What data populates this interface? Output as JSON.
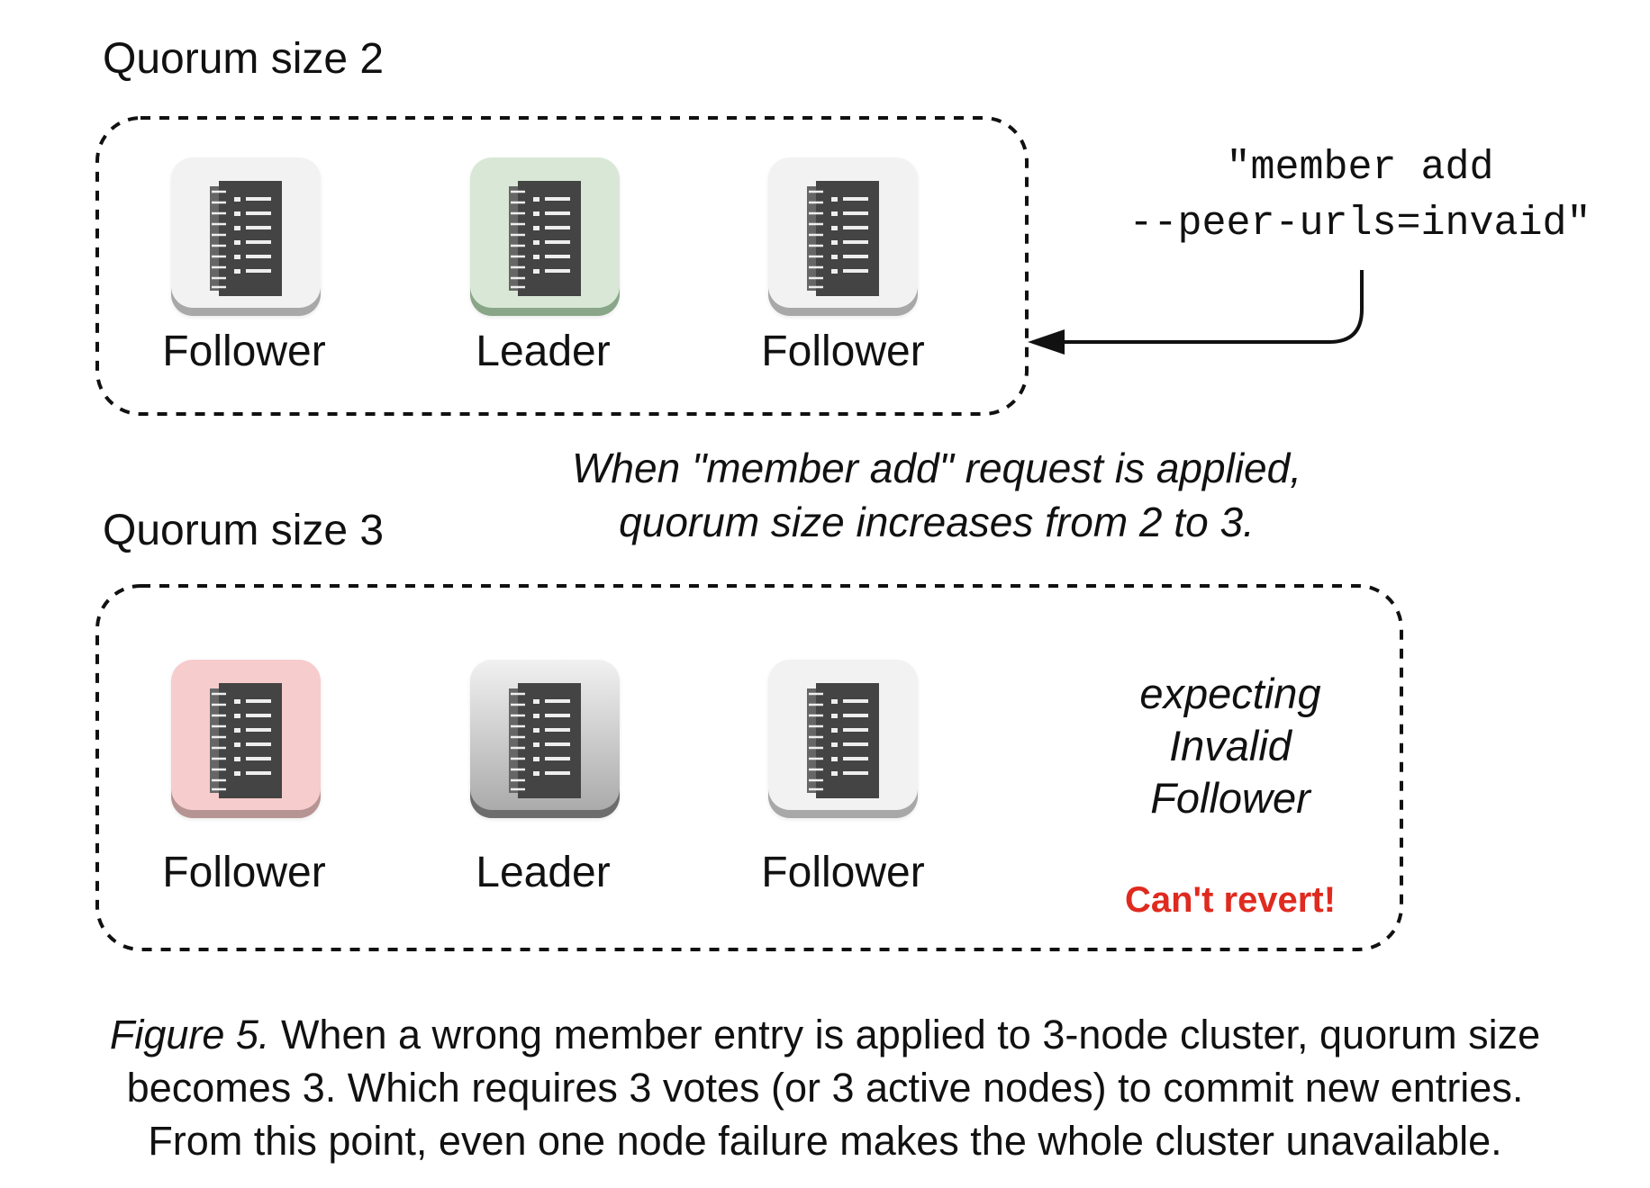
{
  "diagram": {
    "top_cluster": {
      "title": "Quorum size 2",
      "nodes": [
        {
          "role": "Follower",
          "color": "#f2f2f2"
        },
        {
          "role": "Leader",
          "color": "#d9e8d6"
        },
        {
          "role": "Follower",
          "color": "#f2f2f2"
        }
      ]
    },
    "command": {
      "line1": "\"member add",
      "line2": "--peer-urls=invaid\""
    },
    "note": {
      "line1": "When \"member add\" request is applied,",
      "line2": "quorum size increases from 2 to 3."
    },
    "bottom_cluster": {
      "title": "Quorum size 3",
      "nodes": [
        {
          "role": "Follower",
          "color": "#f6cccc"
        },
        {
          "role": "Leader",
          "color": "#a7a7a7"
        },
        {
          "role": "Follower",
          "color": "#f2f2f2"
        }
      ],
      "expecting": {
        "line1": "expecting",
        "line2": "Invalid",
        "line3": "Follower"
      },
      "warning": "Can't revert!",
      "warning_color": "#e02a1f"
    }
  },
  "caption": {
    "lead": "Figure 5.",
    "line1_rest": " When a wrong member entry is applied to 3-node cluster, quorum size",
    "line2": "becomes 3. Which requires 3 votes (or 3 active nodes) to commit new entries.",
    "line3": "From this point, even one node failure makes the whole cluster unavailable."
  }
}
